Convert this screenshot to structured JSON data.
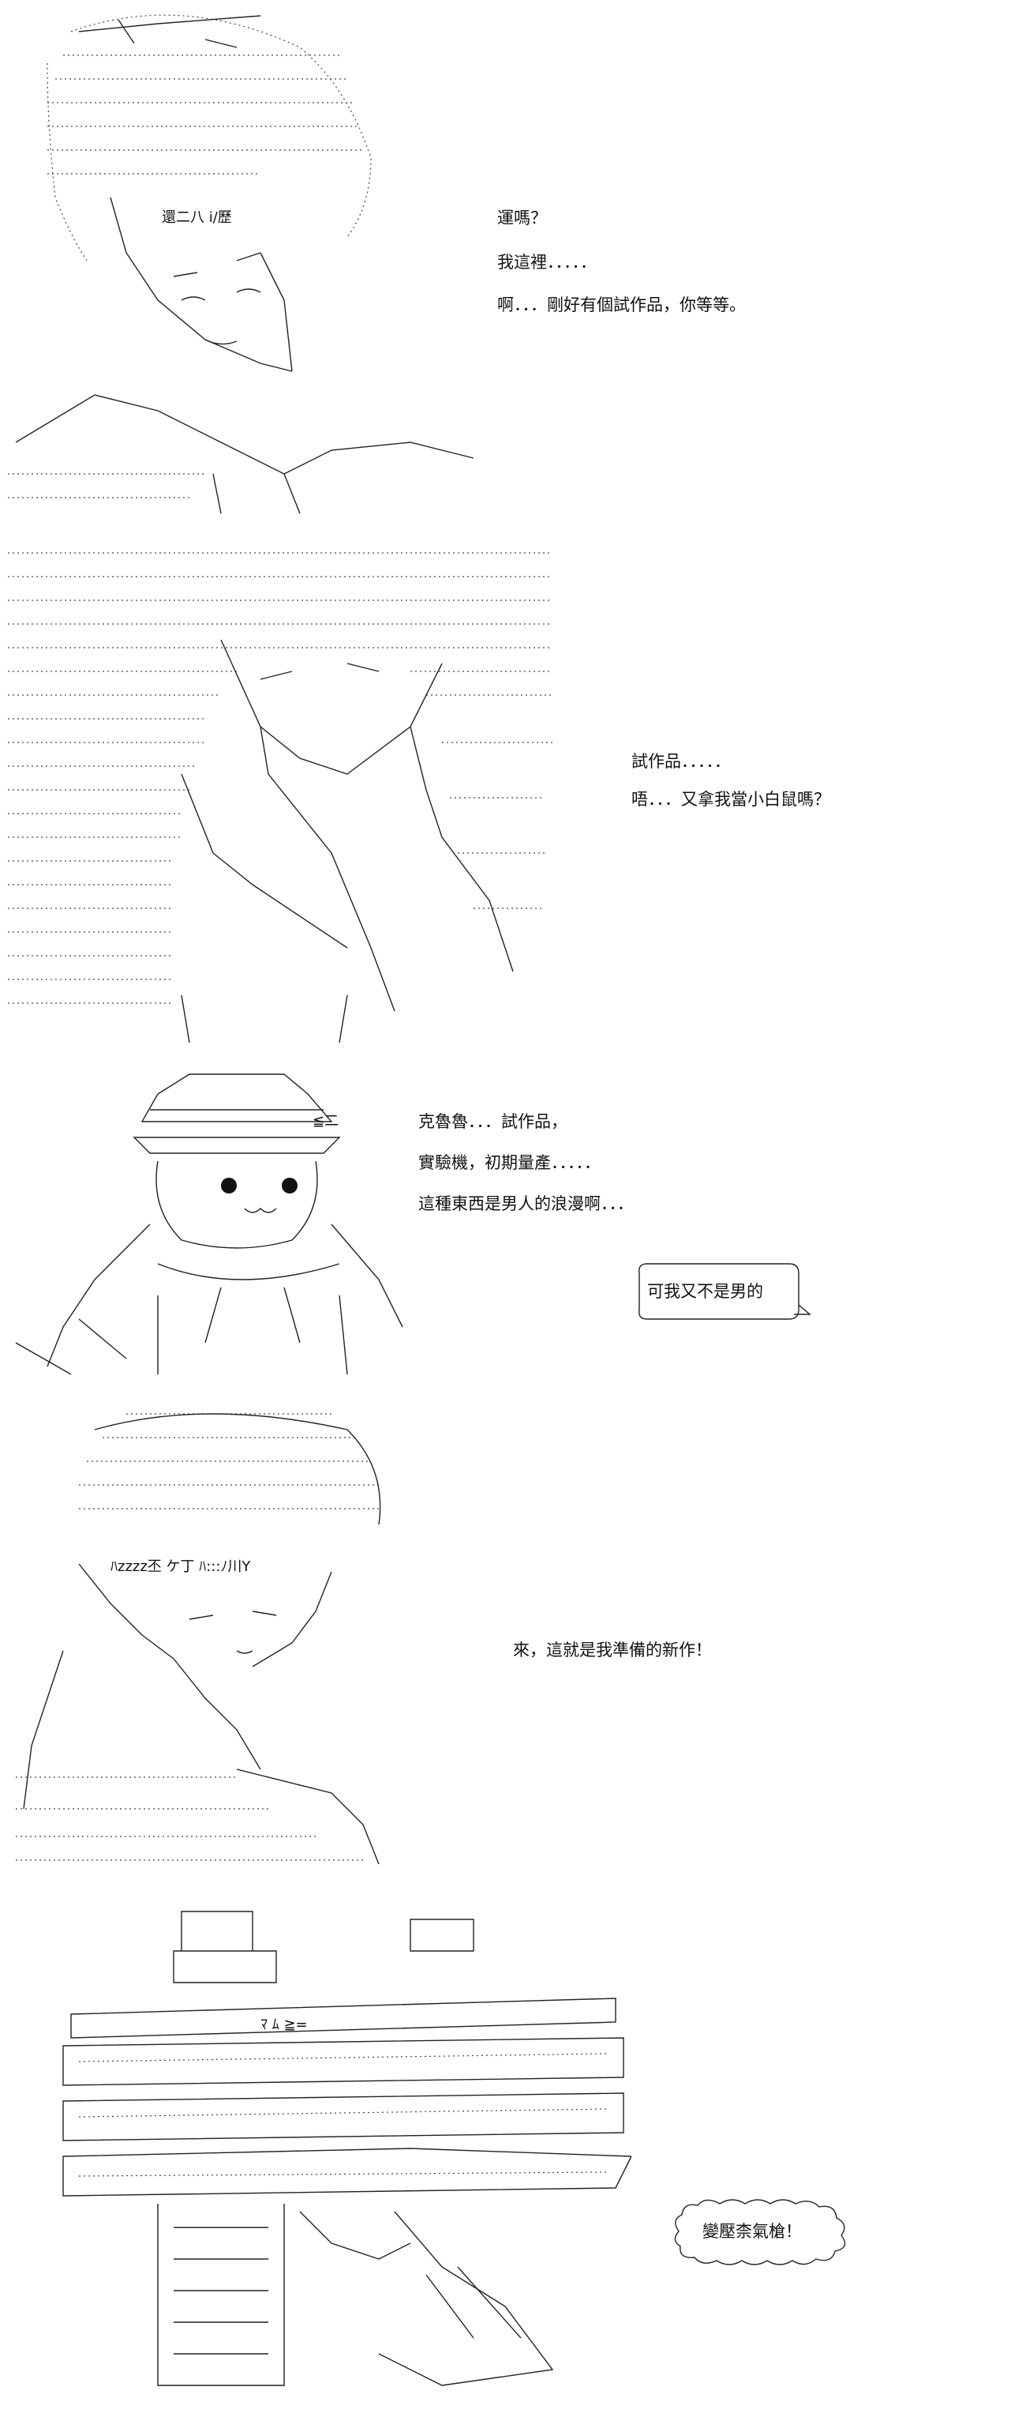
{
  "panels": [
    {
      "lines": [
        "運嗎？",
        "我這裡．．．．．",
        "啊．．．剛好有個試作品，你等等。"
      ]
    },
    {
      "lines": [
        "試作品．．．．．",
        "唔．．．又拿我當小白鼠嗎？"
      ]
    },
    {
      "lines": [
        "克魯魯．．．試作品，",
        "實驗機，初期量產．．．．．",
        "這種東西是男人的浪漫啊．．．"
      ],
      "bubble": "可我又不是男的"
    },
    {
      "lines": [
        "來，這就是我準備的新作！"
      ]
    },
    {
      "bubble": "變壓柰氣槍！"
    }
  ],
  "art_text": {
    "p1_sign": "還二八 i/歷",
    "p3_face": "≦二",
    "p4_band": "ﾊzzzz丕 ケ丁 ﾊ:::ﾉ川Y",
    "p5_name": "ﾏ ﾑ ≧="
  }
}
